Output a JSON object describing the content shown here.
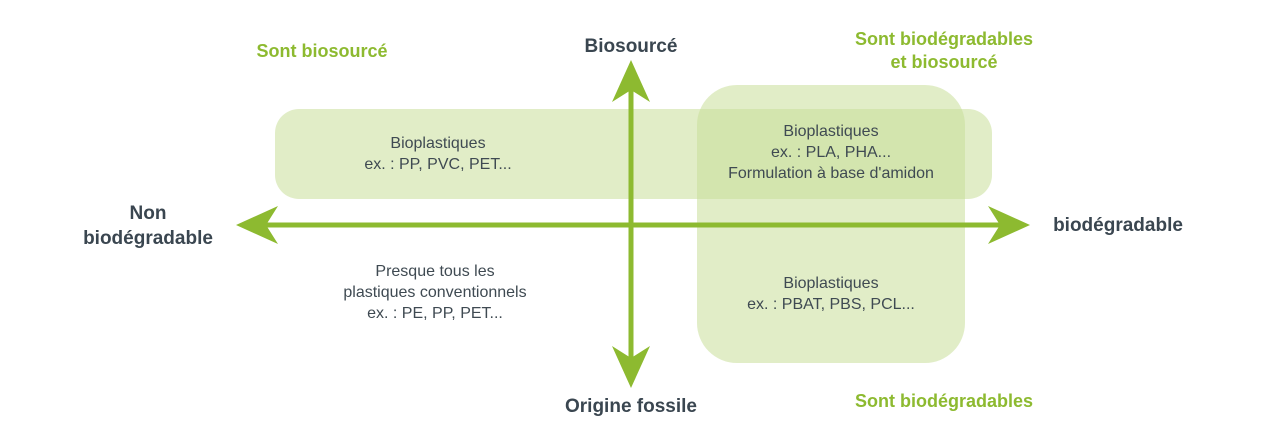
{
  "axes": {
    "top": "Biosourcé",
    "bottom": "Origine fossile",
    "left": [
      "Non",
      "biodégradable"
    ],
    "right": "biodégradable"
  },
  "categories": {
    "biosourced": "Sont biosourcé",
    "both": [
      "Sont biodégradables",
      "et biosourcé"
    ],
    "biodegradable": "Sont biodégradables"
  },
  "boxes": {
    "top_left": [
      "Bioplastiques",
      "ex. : PP, PVC, PET..."
    ],
    "top_right": [
      "Bioplastiques",
      "ex. : PLA, PHA...",
      "Formulation à base d'amidon"
    ],
    "bottom_left": [
      "Presque tous les",
      "plastiques conventionnels",
      "ex. : PE, PP, PET..."
    ],
    "bottom_right": [
      "Bioplastiques",
      "ex. : PBAT, PBS, PCL..."
    ]
  },
  "colors": {
    "arrow": "#8dba30",
    "zone_fill": "#dbe9b8",
    "category_text": "#8dba30",
    "axis_text": "#3a4650"
  }
}
